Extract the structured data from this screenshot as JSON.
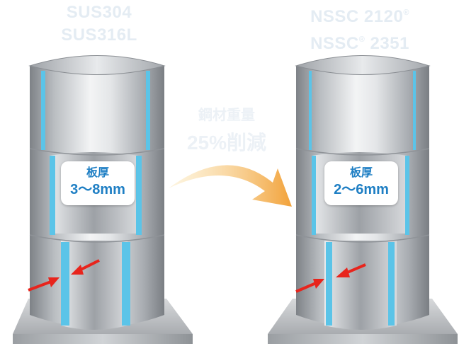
{
  "left_column": {
    "material_line1": "SUS304",
    "material_line2": "SUS316L",
    "thickness_label": "板厚",
    "thickness_value": "3〜8mm"
  },
  "right_column": {
    "material_line1": "NSSC 2120",
    "material_line1_mark": "®",
    "material_line2": "NSSC",
    "material_line2_mark": "®",
    "material_line2_suffix": " 2351",
    "thickness_label": "板厚",
    "thickness_value": "2〜6mm"
  },
  "reduction": {
    "label": "鋼材重量",
    "value": "25%削減"
  },
  "colors": {
    "steel_light": "#eef0f2",
    "steel_dark": "#8c9095",
    "wall_blue": "#5bc4e8",
    "arrow_red": "#e8241c",
    "curve_arrow": "#f3a83e",
    "title_text": "#e4ecf3",
    "label_text": "#1f7fc4"
  }
}
